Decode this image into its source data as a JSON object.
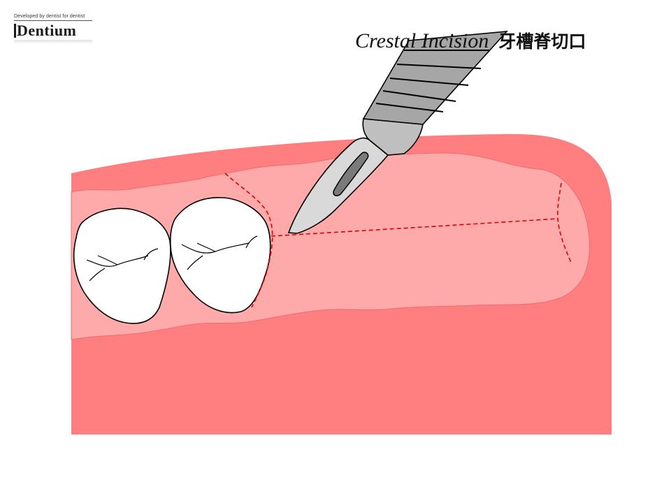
{
  "logo": {
    "tagline": "Developed by dentist for dentist",
    "wordmark": "Dentium"
  },
  "title": {
    "english": "Crestal Incision",
    "chinese": "牙槽脊切口"
  },
  "colors": {
    "gum_outer": "#FF7F80",
    "gum_inner": "#FFAAAA",
    "incision_line": "#E00000",
    "tooth_fill": "#FFFFFF",
    "blade_metal": "#D9D9D9",
    "handle_metal": "#A6A6A6"
  },
  "illustration": {
    "teeth_count": 2,
    "instrument": "scalpel-icon",
    "incision_style": "dashed"
  }
}
